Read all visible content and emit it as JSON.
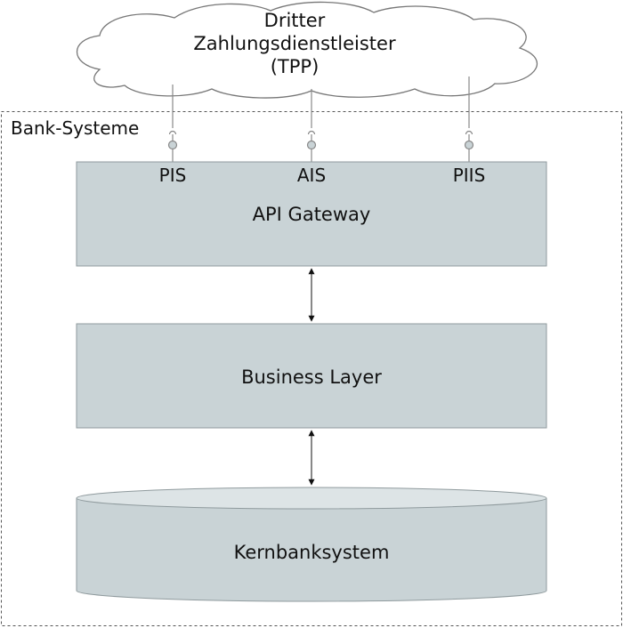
{
  "tpp": {
    "line1": "Dritter",
    "line2": "Zahlungsdienstleister",
    "line3": "(TPP)"
  },
  "boundary": {
    "label": "Bank-Systeme"
  },
  "interfaces": [
    "PIS",
    "AIS",
    "PIIS"
  ],
  "layers": {
    "gateway": "API Gateway",
    "business": "Business Layer",
    "core": "Kernbanksystem"
  },
  "colors": {
    "box_fill": "#c9d3d6",
    "box_stroke": "#8f9a9d",
    "cylinder_top": "#dde4e6",
    "cloud_stroke": "#777777",
    "connector": "#888888"
  }
}
